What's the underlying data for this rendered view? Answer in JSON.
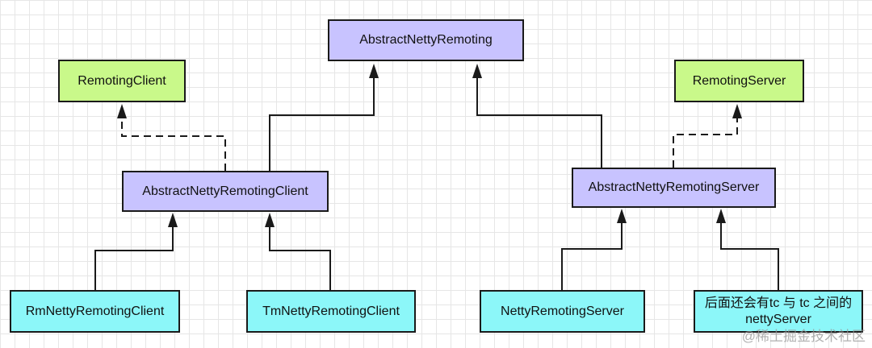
{
  "nodes": {
    "abstract_netty_remoting": "AbstractNettyRemoting",
    "remoting_client": "RemotingClient",
    "remoting_server": "RemotingServer",
    "abstract_netty_remoting_client": "AbstractNettyRemotingClient",
    "abstract_netty_remoting_server": "AbstractNettyRemotingServer",
    "rm_netty_remoting_client": "RmNettyRemotingClient",
    "tm_netty_remoting_client": "TmNettyRemotingClient",
    "netty_remoting_server": "NettyRemotingServer",
    "future_note": "后面还会有tc 与 tc 之间的nettyServer"
  },
  "colors": {
    "interface": "#c9f98a",
    "abstract": "#c8c3ff",
    "concrete": "#8cf7f9",
    "line": "#1a1a1a"
  },
  "watermark": "@稀土掘金技术社区"
}
